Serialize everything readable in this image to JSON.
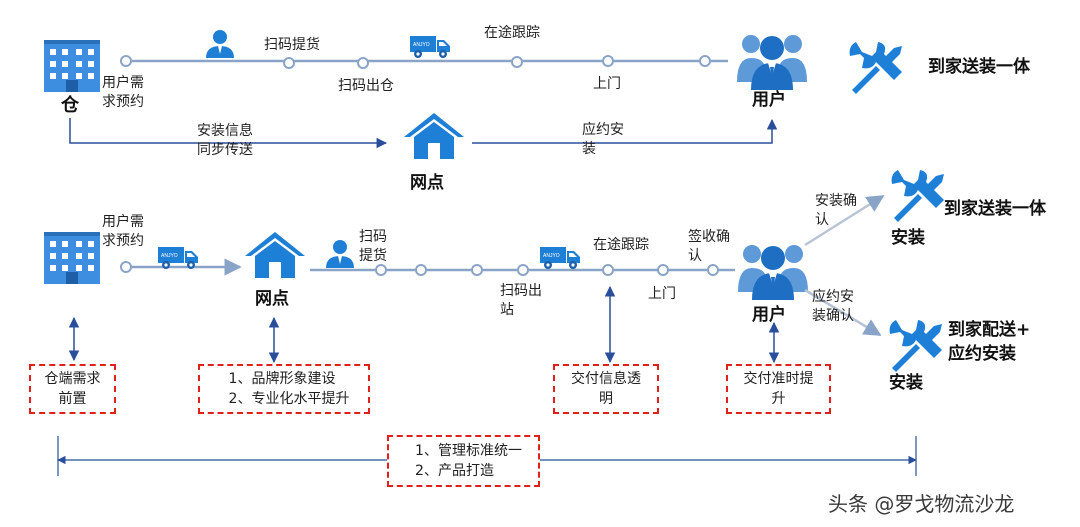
{
  "top": {
    "warehouse": "仓",
    "user_demand": "用户需\n求预约",
    "scan_pickup": "扫码提货",
    "scan_out": "扫码出仓",
    "in_transit": "在途跟踪",
    "door": "上门",
    "user": "用户",
    "service": "到家送装一体",
    "install_sync": "安装信息\n同步传送",
    "outlet": "网点",
    "appointment_install": "应约安\n装"
  },
  "bottom": {
    "user_demand": "用户需\n求预约",
    "outlet": "网点",
    "scan_pickup": "扫码\n提货",
    "scan_out_station": "扫码出\n站",
    "in_transit": "在途跟踪",
    "door": "上门",
    "sign_confirm": "签收确\n认",
    "user": "用户",
    "install_confirm": "安装确\n认",
    "appointment_install_confirm": "应约安\n装确认",
    "install_a": "安装",
    "install_b": "安装",
    "service_a": "到家送装一体",
    "service_b": "到家配送+\n应约安装"
  },
  "boxes": {
    "warehouse_front": "仓端需求\n前置",
    "brand": "1、品牌形象建设\n2、专业化水平提升",
    "transparency": "交付信息透\n明",
    "ontime": "交付准时提\n升",
    "standard": "1、管理标准统一\n2、产品打造"
  },
  "truck_text": "ANJYO",
  "watermark": "头条 @罗戈物流沙龙",
  "colors": {
    "blue": "#1e7fd6",
    "line": "#8aa4c8",
    "arrow": "#2a4f9a",
    "red": "#e0201a"
  }
}
